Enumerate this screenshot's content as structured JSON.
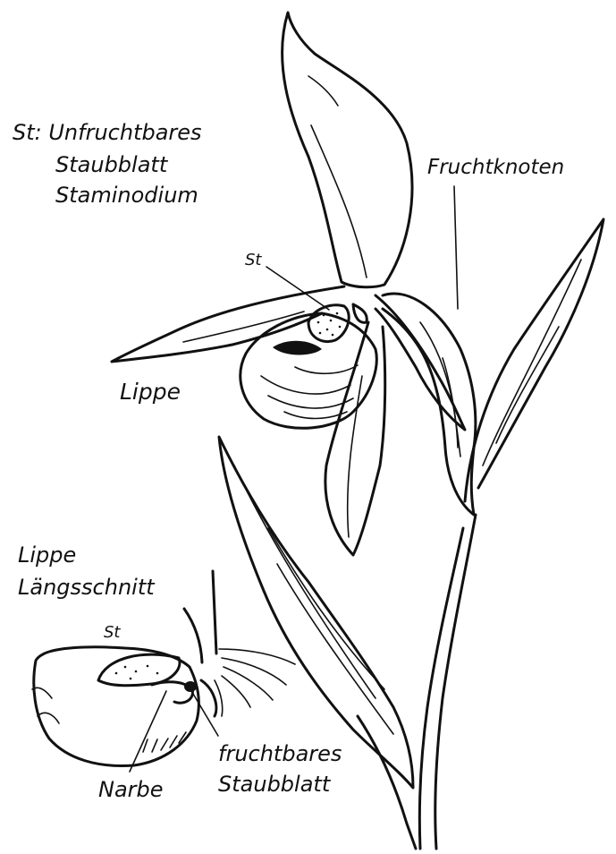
{
  "legend": {
    "line1": "St: Unfruchtbares",
    "line2": "Staubblatt",
    "line3": "Staminodium"
  },
  "labels": {
    "st_main": "St",
    "fruchtknoten": "Fruchtknoten",
    "lippe": "Lippe",
    "section_line1": "Lippe",
    "section_line2": "Längsschnitt",
    "st_section": "St",
    "narbe": "Narbe",
    "fruchtbares_line1": "fruchtbares",
    "fruchtbares_line2": "Staubblatt"
  },
  "colors": {
    "ink": "#111111",
    "paper": "#ffffff"
  }
}
